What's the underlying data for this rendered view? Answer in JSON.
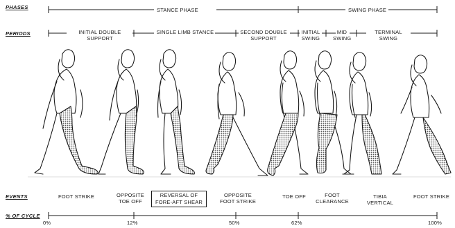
{
  "rows": {
    "phases": "PHASES",
    "periods": "PERIODS",
    "events": "EVENTS",
    "percent": "% OF CYCLE"
  },
  "phases": [
    {
      "label": "STANCE PHASE"
    },
    {
      "label": "SWING PHASE"
    }
  ],
  "periods": [
    {
      "line1": "INITIAL DOUBLE",
      "line2": "SUPPORT"
    },
    {
      "line1": "SINGLE LIMB STANCE",
      "line2": ""
    },
    {
      "line1": "SECOND DOUBLE",
      "line2": "SUPPORT"
    },
    {
      "line1": "INITIAL",
      "line2": "SWING"
    },
    {
      "line1": "MID",
      "line2": "SWING"
    },
    {
      "line1": "TERMINAL",
      "line2": "SWING"
    }
  ],
  "events": [
    {
      "line1": "FOOT STRIKE",
      "line2": ""
    },
    {
      "line1": "OPPOSITE",
      "line2": "TOE OFF"
    },
    {
      "line1": "REVERSAL OF",
      "line2": "FORE-AFT SHEAR"
    },
    {
      "line1": "OPPOSITE",
      "line2": "FOOT STRIKE"
    },
    {
      "line1": "TOE OFF",
      "line2": ""
    },
    {
      "line1": "FOOT",
      "line2": "CLEARANCE"
    },
    {
      "line1": "TIBIA",
      "line2": "VERTICAL"
    },
    {
      "line1": "FOOT STRIKE",
      "line2": ""
    }
  ],
  "percent_ticks": [
    "0%",
    "12%",
    "50%",
    "62%",
    "100%"
  ],
  "colors": {
    "ink": "#1a1a1a",
    "hatch": "#555555"
  }
}
